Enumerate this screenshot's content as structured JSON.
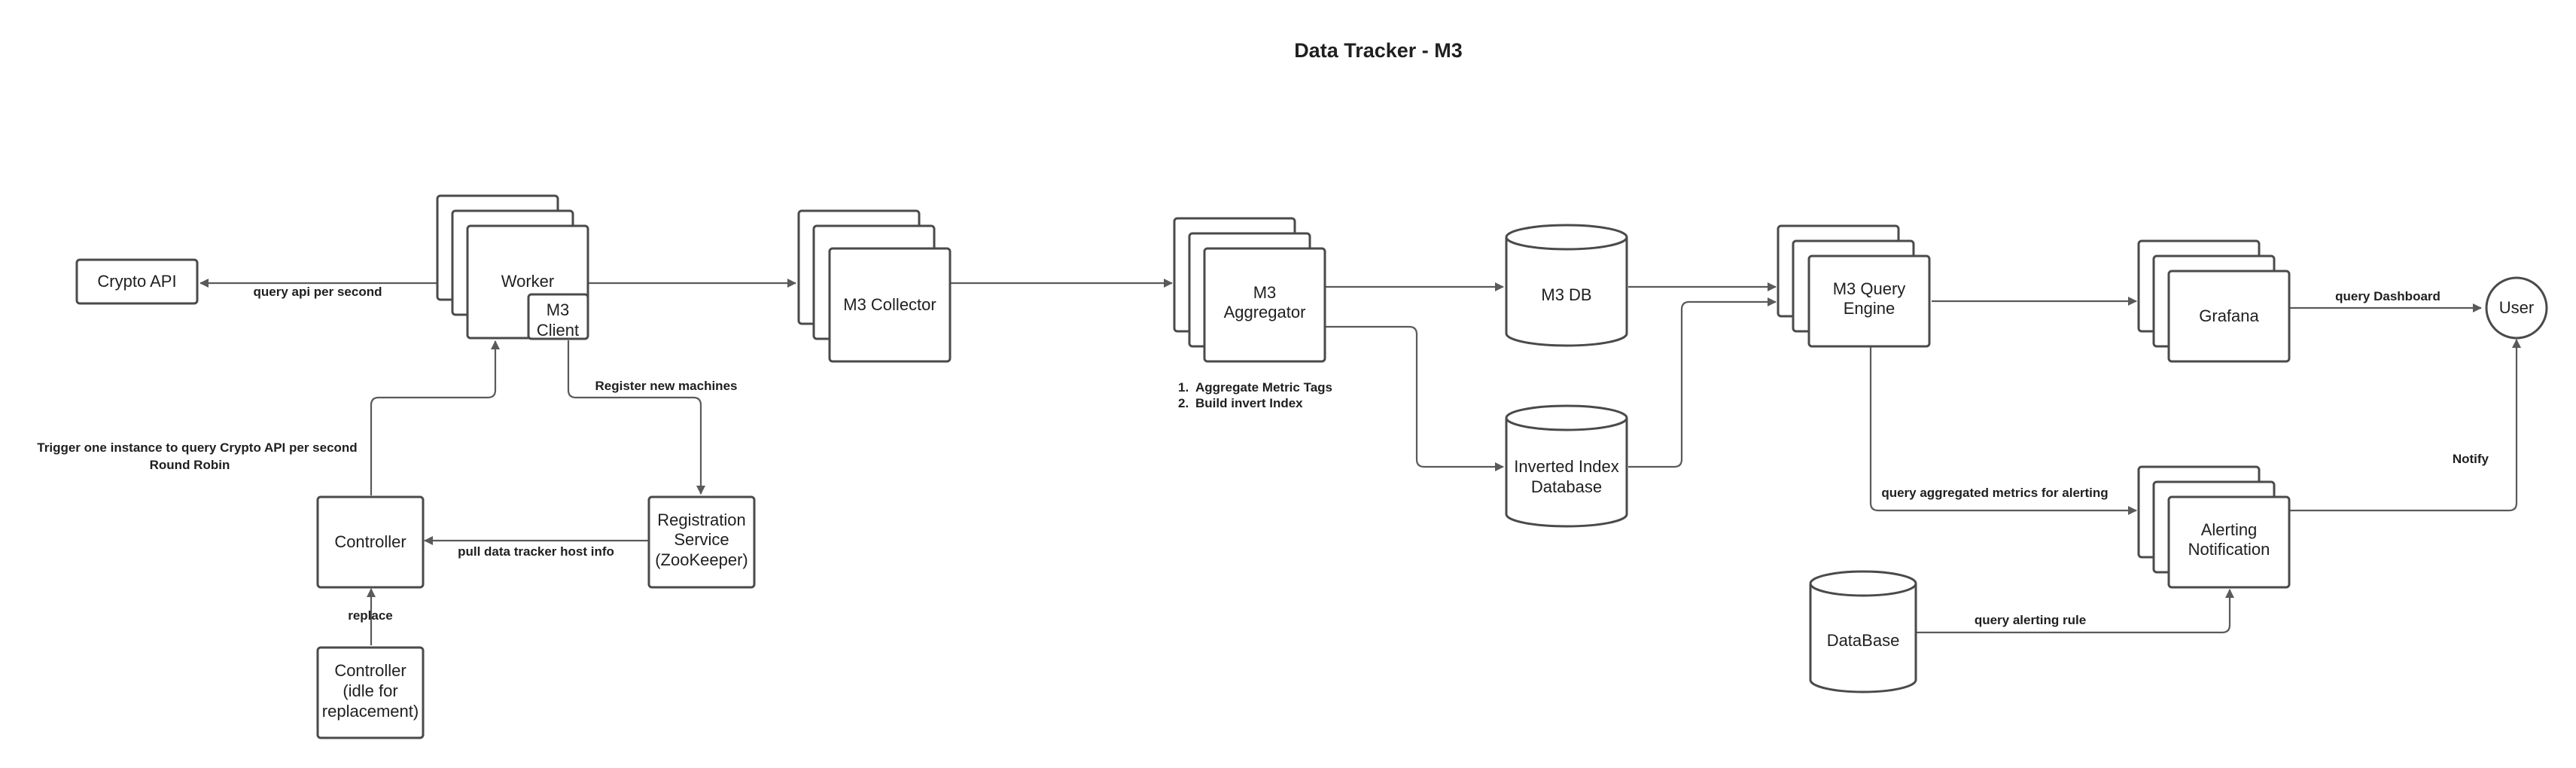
{
  "title": "Data Tracker - M3",
  "nodes": {
    "crypto_api": "Crypto API",
    "worker": "Worker",
    "m3_client": [
      "M3",
      "Client"
    ],
    "m3_collector": "M3 Collector",
    "m3_aggregator": [
      "M3",
      "Aggregator"
    ],
    "m3_db": "M3 DB",
    "inverted_index_db": [
      "Inverted Index",
      "Database"
    ],
    "m3_query_engine": [
      "M3 Query",
      "Engine"
    ],
    "grafana": "Grafana",
    "user": "User",
    "alerting_notification": [
      "Alerting",
      "Notification"
    ],
    "database": "DataBase",
    "controller": "Controller",
    "controller_idle": [
      "Controller",
      "(idle for",
      "replacement)"
    ],
    "registration_service": [
      "Registration",
      "Service",
      "(ZooKeeper)"
    ]
  },
  "edges": {
    "query_api": "query api per second",
    "register_machines": "Register new machines",
    "trigger": [
      "Trigger one instance to query Crypto API per second",
      "Round Robin"
    ],
    "pull_host_info": "pull data tracker host info",
    "replace": "replace",
    "aggregator_notes": [
      "Aggregate Metric Tags",
      "Build invert Index"
    ],
    "aggregator_note_markers": [
      "1.",
      "2."
    ],
    "query_dashboard": "query Dashboard",
    "notify": "Notify",
    "query_aggregated": "query aggregated metrics for alerting",
    "query_alerting_rule": "query alerting rule"
  },
  "colors": {
    "stroke": "#4a4a4a",
    "line": "#5a5a5a",
    "text": "#1f1f1f",
    "background": "#ffffff"
  }
}
